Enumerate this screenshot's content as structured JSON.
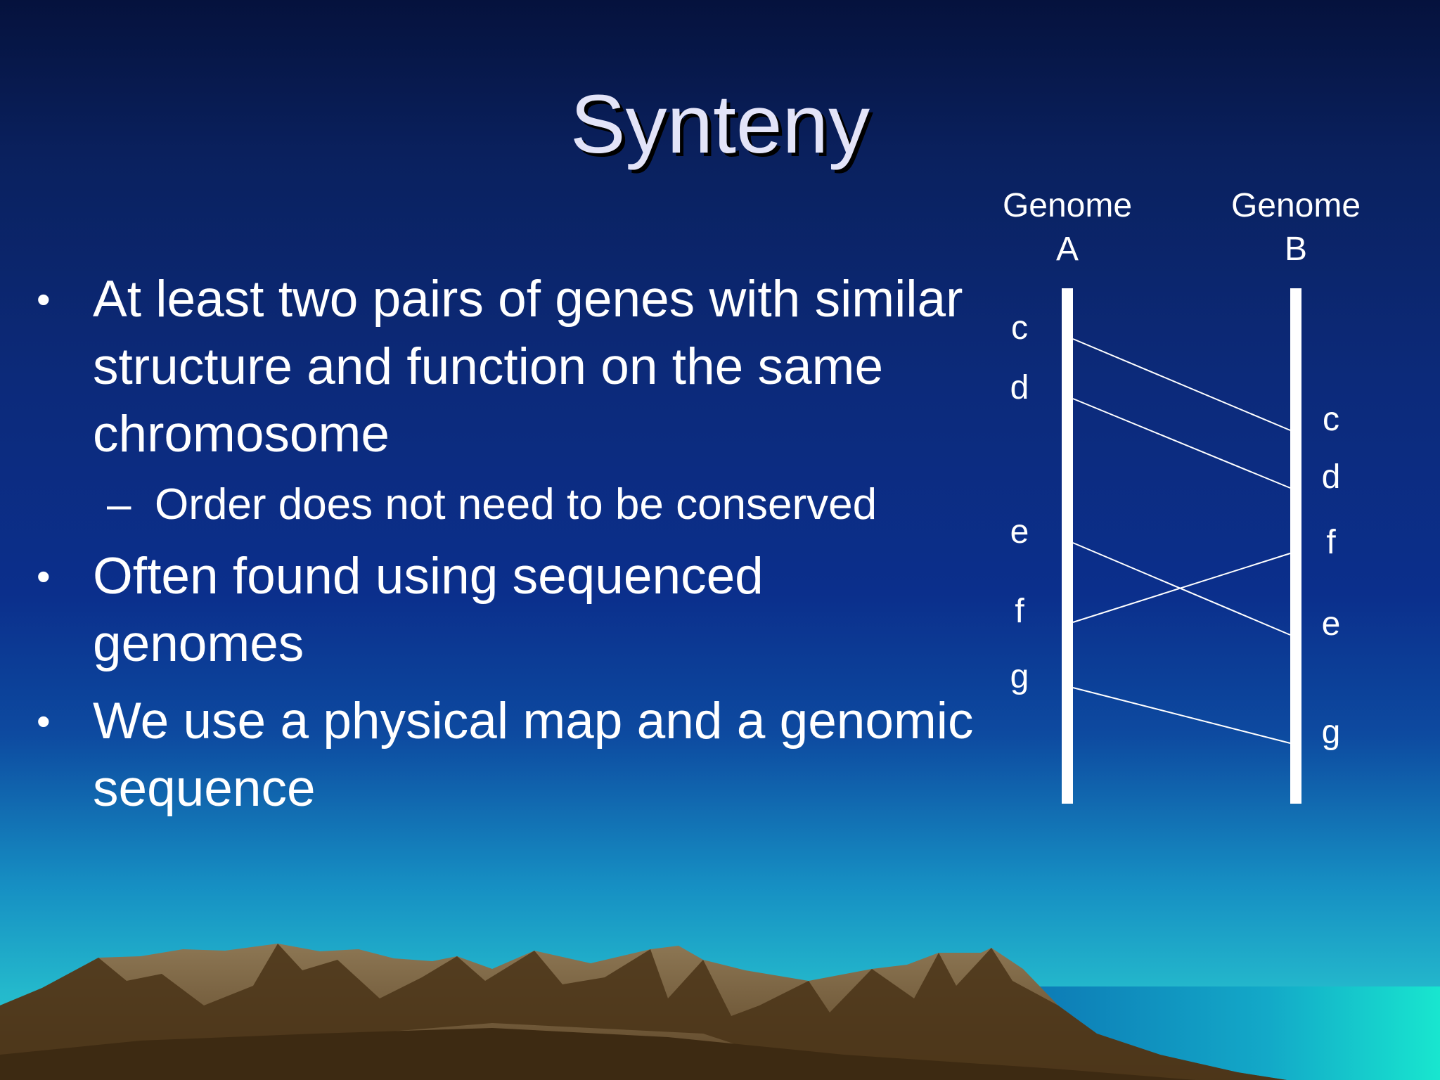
{
  "slide": {
    "title": "Synteny",
    "bullets": [
      {
        "text": "At least two pairs of genes with similar structure and function on the same chromosome",
        "sub": [
          "Order does not need to be conserved"
        ]
      },
      {
        "text": "Often found using sequenced genomes",
        "sub": []
      },
      {
        "text": "We use a physical map and a genomic sequence",
        "sub": []
      }
    ]
  },
  "diagram": {
    "genome_a": {
      "label_line1": "Genome",
      "label_line2": "A",
      "genes": [
        "c",
        "d",
        "e",
        "f",
        "g"
      ]
    },
    "genome_b": {
      "label_line1": "Genome",
      "label_line2": "B",
      "genes": [
        "c",
        "d",
        "f",
        "e",
        "g"
      ]
    },
    "links": [
      [
        "c",
        "c"
      ],
      [
        "d",
        "d"
      ],
      [
        "e",
        "e"
      ],
      [
        "f",
        "f"
      ],
      [
        "g",
        "g"
      ]
    ]
  },
  "colors": {
    "title": "#e3e4f8",
    "text": "#ffffff",
    "mountain_light": "#8a7450",
    "mountain_dark": "#4a3418",
    "sea": "#1ad6cf"
  }
}
